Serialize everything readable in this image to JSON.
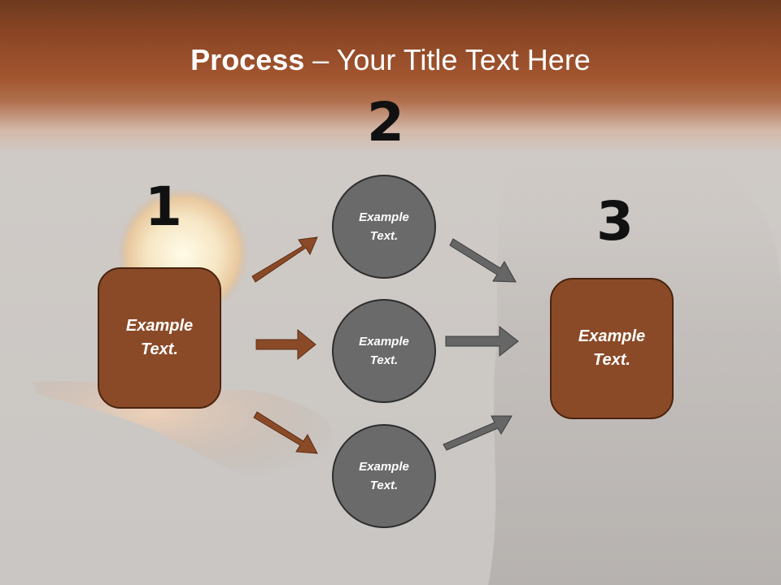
{
  "title": {
    "bold": "Process",
    "rest": " – Your Title Text Here"
  },
  "steps": {
    "one": "1",
    "two": "2",
    "three": "3"
  },
  "left_box": {
    "line1": "Example",
    "line2": "Text."
  },
  "right_box": {
    "line1": "Example",
    "line2": "Text."
  },
  "circles": [
    {
      "line1": "Example",
      "line2": "Text."
    },
    {
      "line1": "Example",
      "line2": "Text."
    },
    {
      "line1": "Example",
      "line2": "Text."
    }
  ],
  "colors": {
    "accent": "#8b4a27",
    "circle": "#6a6a6a",
    "arrow_brown": "#8b4a27",
    "arrow_gray": "#666666",
    "header": "#a2552f"
  }
}
